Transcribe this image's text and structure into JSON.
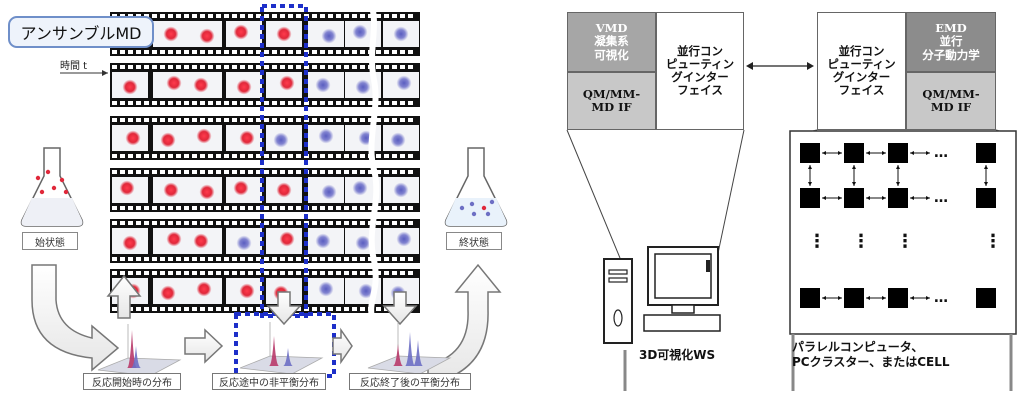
{
  "left": {
    "ensemble_label": "アンサンブルMD",
    "time_label": "時間 t",
    "initial_state": "始状態",
    "final_state": "終状態",
    "dist_initial": "反応開始時の分布",
    "dist_middle": "反応途中の非平衡分布",
    "dist_final": "反応終了後の平衡分布"
  },
  "right": {
    "ws_box": {
      "vmd": "VMD\n凝集系\n可視化",
      "qmmm": "QM/MM-\nMD IF",
      "interface": "並行コン\nピューティン\nグインター\nフェイス"
    },
    "cluster_box": {
      "interface": "並行コン\nピューティン\nグインター\nフェイス",
      "emd": "EMD\n並行\n分子動力学",
      "qmmm": "QM/MM-\nMD IF"
    },
    "ws_caption": "3D可視化WS",
    "cluster_caption": "パラレルコンピュータ、\nPCクラスター、またはCELL",
    "grid_ellipsis": "…",
    "grid_vellipsis": "⋮"
  },
  "colors": {
    "red_dot": "#e0283a",
    "blue_dot": "#6d6fc4",
    "dotted_frame": "#1d2fc9",
    "gray_dark": "#a6a6a6",
    "gray_mid": "#c8c8c8",
    "gray_darker": "#8c8c8c"
  }
}
